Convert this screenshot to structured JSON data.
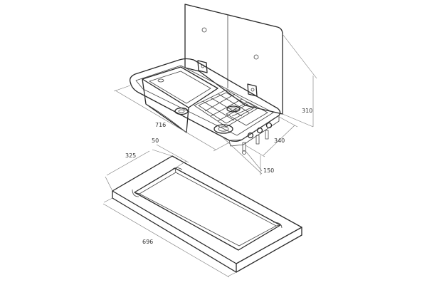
{
  "dimensions": {
    "hob_width": "716",
    "hob_depth": "340",
    "lid_height": "310",
    "cutout_depth_offset": "150",
    "frame_depth": "325",
    "frame_margin": "50",
    "frame_width": "696"
  }
}
